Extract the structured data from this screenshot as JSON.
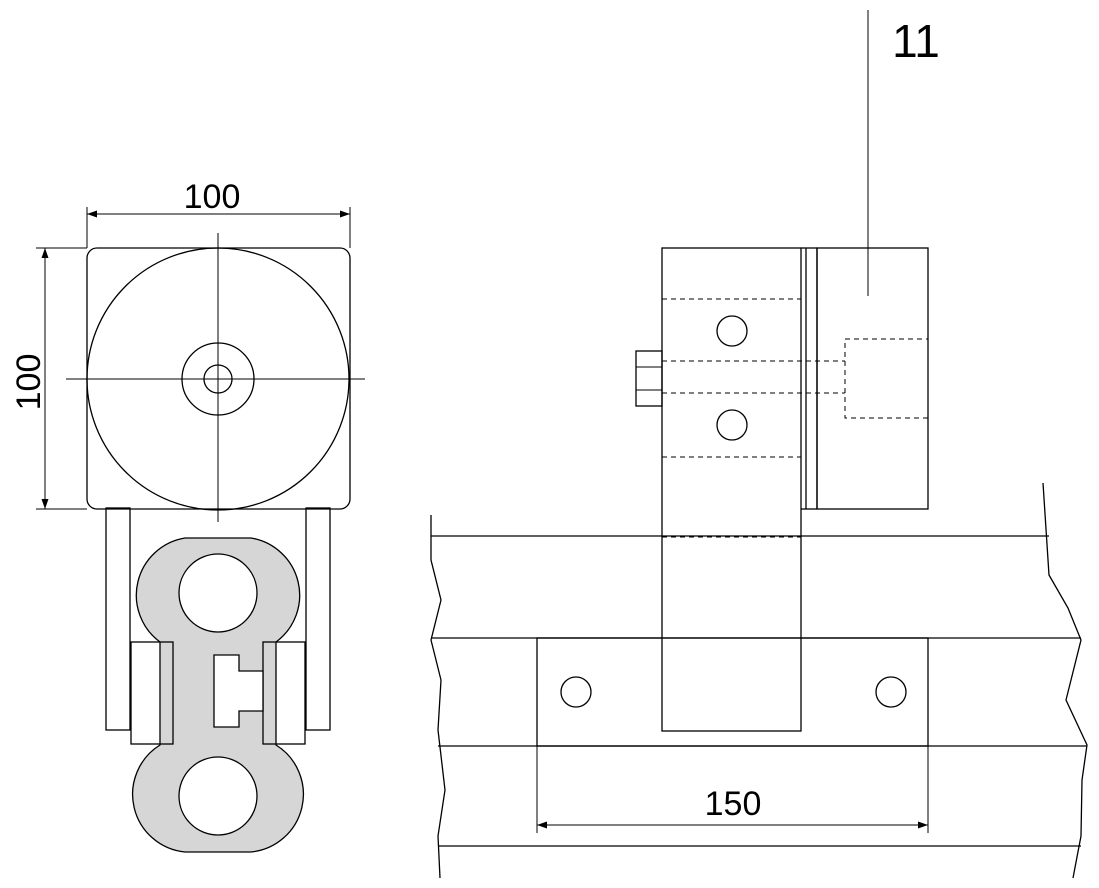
{
  "dimensions": {
    "width_top": "100",
    "height_left": "100",
    "rail_spacing": "150"
  },
  "callouts": {
    "part_number": "11"
  },
  "colors": {
    "line": "#000000",
    "fill_grey": "#d6d6d6",
    "background": "#ffffff"
  }
}
